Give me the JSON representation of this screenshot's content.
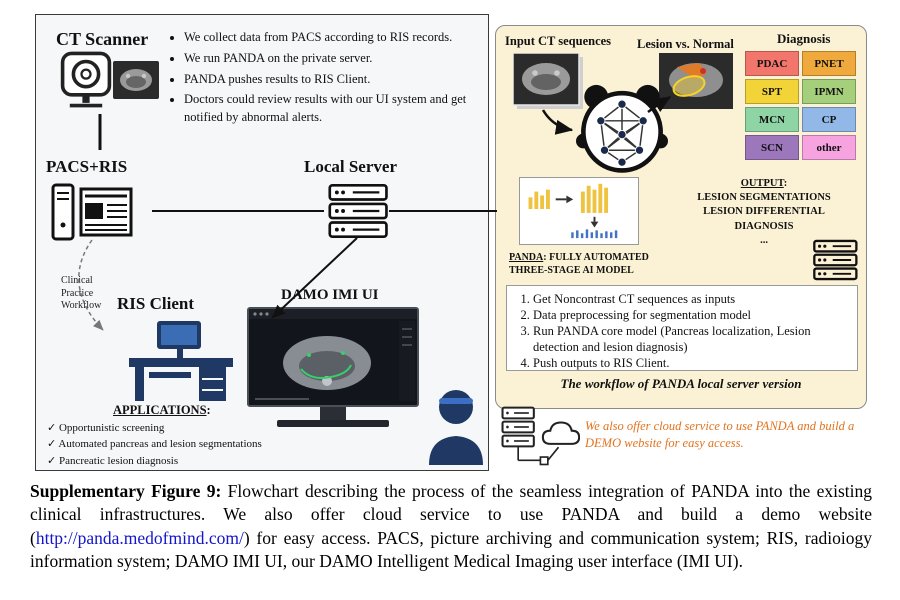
{
  "icons": {
    "check": "✓"
  },
  "left_panel": {
    "ct_scanner_label": "CT Scanner",
    "bullets": [
      "We collect data from PACS according to RIS records.",
      "We run PANDA on the private server.",
      "PANDA pushes results to RIS Client.",
      "Doctors could review results with our UI system and get notified by abnormal alerts."
    ],
    "pacs_ris_label": "PACS+RIS",
    "local_server_label": "Local Server",
    "clinical_workflow_label": "Clinical Practice Workflow",
    "ris_client_label": "RIS Client",
    "damo_label": "DAMO IMI UI",
    "applications_title": "APPLICATIONS",
    "applications_colon": ":",
    "applications": [
      "Opportunistic screening",
      "Automated pancreas and lesion segmentations",
      "Pancreatic lesion diagnosis"
    ]
  },
  "right_panel": {
    "input_label": "Input CT sequences",
    "lesion_label": "Lesion vs. Normal",
    "diagnosis_label": "Diagnosis",
    "diagnosis_grid": [
      {
        "label": "PDAC",
        "color": "#F2766B"
      },
      {
        "label": "PNET",
        "color": "#F0A93C"
      },
      {
        "label": "SPT",
        "color": "#F2D338"
      },
      {
        "label": "IPMN",
        "color": "#A5CF7A"
      },
      {
        "label": "MCN",
        "color": "#8ED4A4"
      },
      {
        "label": "CP",
        "color": "#92B8E8"
      },
      {
        "label": "SCN",
        "color": "#9C77BC"
      },
      {
        "label": "other",
        "color": "#F6A3E0"
      }
    ],
    "panda_title": "PANDA",
    "panda_rest": ": FULLY AUTOMATED THREE-STAGE AI MODEL",
    "output_title": "OUTPUT",
    "output_colon": ":",
    "output_lines": [
      "LESION SEGMENTATIONS",
      "LESION DIFFERENTIAL",
      "DIAGNOSIS",
      "..."
    ],
    "workflow_steps": [
      "Get Noncontrast CT sequences as inputs",
      "Data preprocessing for segmentation model",
      "Run PANDA core model (Pancreas localization, Lesion detection and lesion diagnosis)",
      "Push outputs to RIS Client."
    ],
    "workflow_caption": "The workflow of PANDA local server version"
  },
  "cloud_note": "We also offer cloud service to use PANDA and build a DEMO website for easy access.",
  "caption": {
    "label": "Supplementary Figure 9",
    "sep": ": ",
    "part1": "Flowchart describing the process of the seamless integration of PANDA into the existing clinical infrastructures. We also offer cloud service to use PANDA and build a demo website (",
    "link": "http://panda.medofmind.com/",
    "part2": ") for easy access. PACS, picture archiving and communication system; RIS, radioiogy information system; DAMO IMI UI, our DAMO Intelligent Medical Imaging user interface (IMI UI)."
  }
}
